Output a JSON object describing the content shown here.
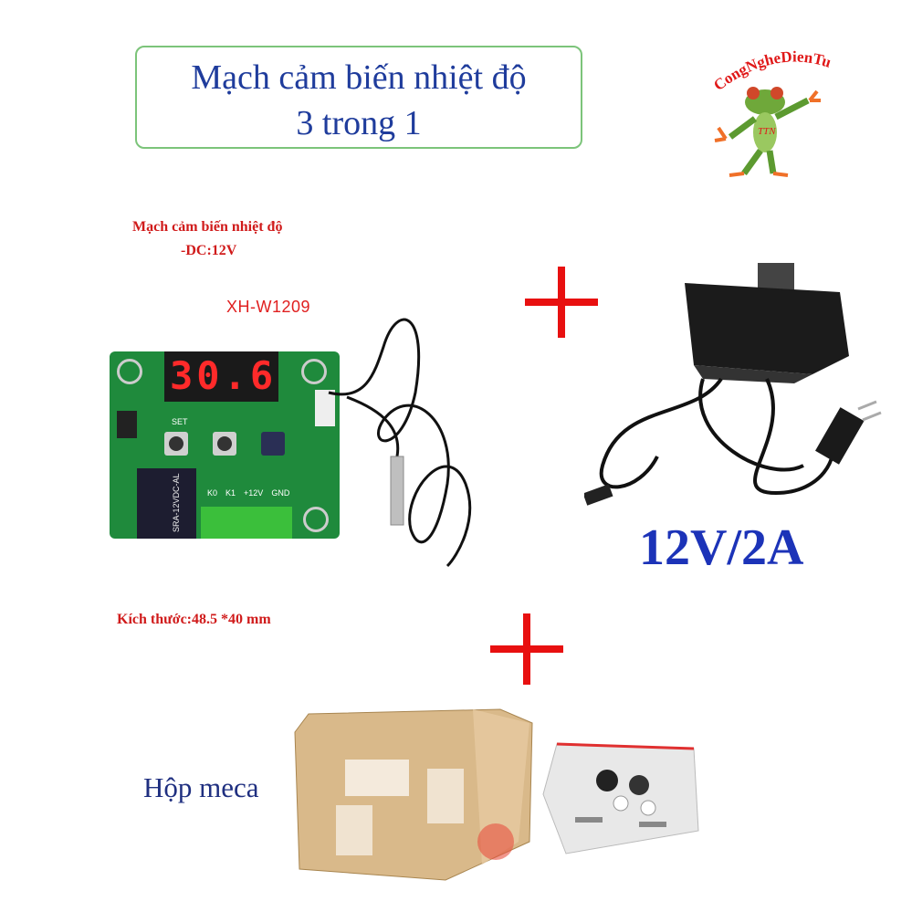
{
  "title": {
    "line1": "Mạch cảm biến nhiệt độ",
    "line2": "3 trong 1"
  },
  "logo": {
    "text": "CongNgheDienTu",
    "sub": "TTN"
  },
  "board": {
    "caption": "Mạch cảm biến nhiệt độ",
    "voltage": "-DC:12V",
    "model": "XH-W1209",
    "display": "30.6",
    "set_label": "SET",
    "terminals": [
      "K0",
      "K1",
      "+12V",
      "GND"
    ],
    "relay_label": "SRA-12VDC-AL",
    "size": "Kích thước:48.5 *40 mm"
  },
  "adapter": {
    "spec": "12V/2A"
  },
  "case": {
    "label": "Hộp meca"
  },
  "colors": {
    "title_text": "#1f3c9c",
    "title_border": "#7cc47a",
    "red": "#d01b1b",
    "spec_blue": "#1c33b8",
    "pcb": "#1f8a3c"
  }
}
